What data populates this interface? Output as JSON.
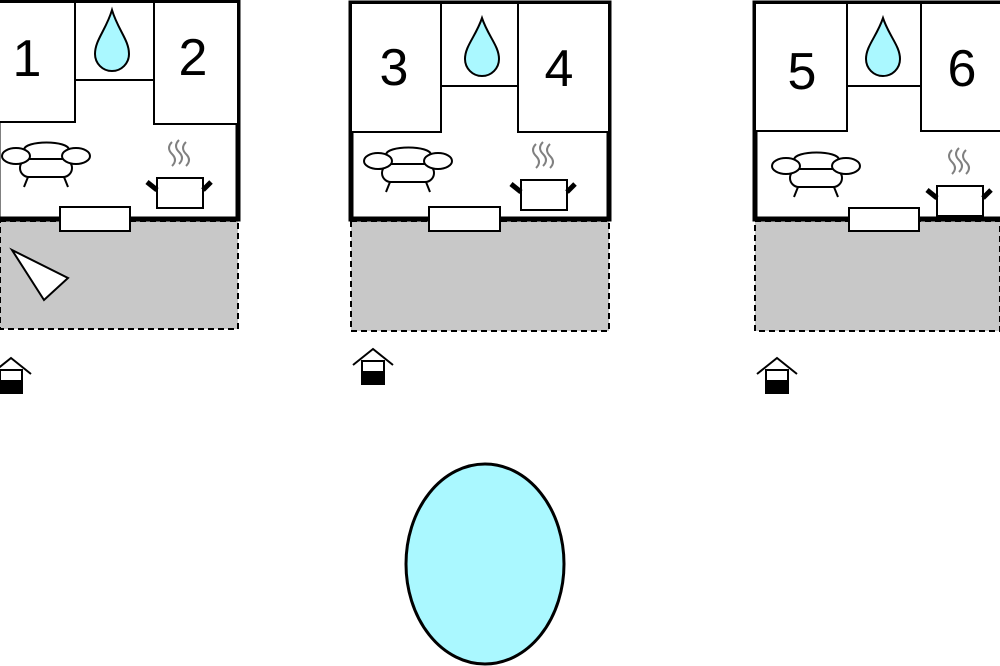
{
  "colors": {
    "stroke": "#000000",
    "water": "#aaf8ff",
    "terrace": "#c8c8c8",
    "background": "#ffffff"
  },
  "units": [
    {
      "bedrooms": [
        {
          "label": "1"
        },
        {
          "label": "2"
        }
      ],
      "icons": [
        "water-drop-icon",
        "sofa-icon",
        "cooking-pot-icon",
        "table-icon",
        "entrance-house-icon"
      ],
      "terrace": {
        "has_sunshade": true
      }
    },
    {
      "bedrooms": [
        {
          "label": "3"
        },
        {
          "label": "4"
        }
      ],
      "icons": [
        "water-drop-icon",
        "sofa-icon",
        "cooking-pot-icon",
        "table-icon",
        "entrance-house-icon"
      ],
      "terrace": {
        "has_sunshade": false
      }
    },
    {
      "bedrooms": [
        {
          "label": "5"
        },
        {
          "label": "6"
        }
      ],
      "icons": [
        "water-drop-icon",
        "sofa-icon",
        "cooking-pot-icon",
        "table-icon",
        "entrance-house-icon"
      ],
      "terrace": {
        "has_sunshade": false
      }
    }
  ],
  "pool": {
    "icon": "pool-icon"
  }
}
